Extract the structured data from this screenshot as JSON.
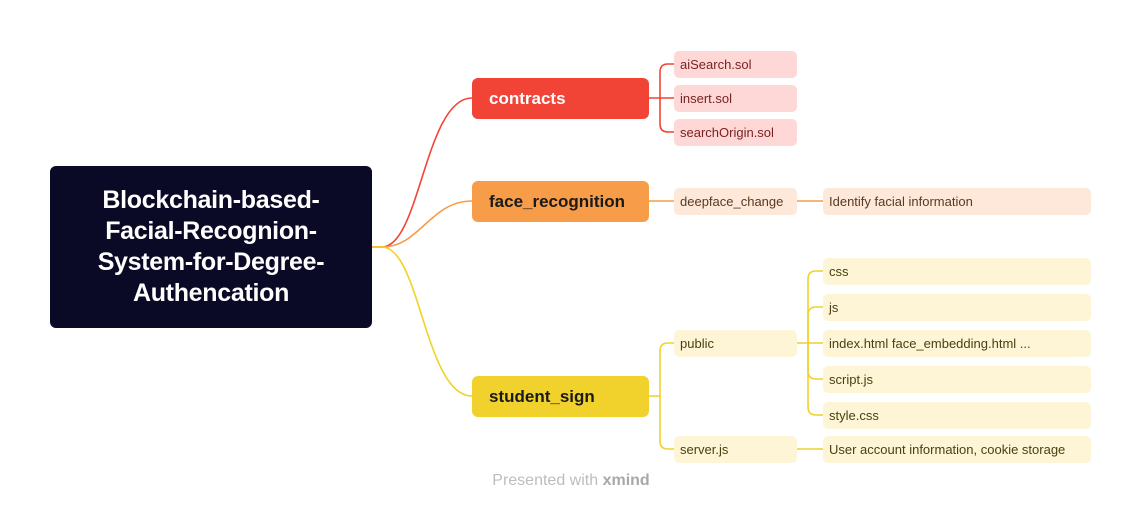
{
  "root": {
    "title": "Blockchain-based-Facial-Recognion-System-for-Degree-Authencation"
  },
  "branches": [
    {
      "label": "contracts",
      "color": "#f24436",
      "children": [
        {
          "label": "aiSearch.sol"
        },
        {
          "label": "insert.sol"
        },
        {
          "label": "searchOrigin.sol"
        }
      ]
    },
    {
      "label": "face_recognition",
      "color": "#f79c48",
      "children": [
        {
          "label": "deepface_change",
          "children": [
            {
              "label": "Identify facial information"
            }
          ]
        }
      ]
    },
    {
      "label": "student_sign",
      "color": "#f1d12b",
      "children": [
        {
          "label": "public",
          "children": [
            {
              "label": "css"
            },
            {
              "label": "js"
            },
            {
              "label": "index.html face_embedding.html ..."
            },
            {
              "label": "script.js"
            },
            {
              "label": "style.css"
            }
          ]
        },
        {
          "label": "server.js",
          "children": [
            {
              "label": "User account information, cookie storage"
            }
          ]
        }
      ]
    }
  ],
  "footer": {
    "prefix": "Presented with",
    "brand": "xmind"
  },
  "colors": {
    "root_bg": "#0b0a26",
    "contracts_light": "#fdd8d7",
    "face_light": "#fde8da",
    "student_light": "#fdf5d5",
    "student_text": "#1a1a1a"
  }
}
